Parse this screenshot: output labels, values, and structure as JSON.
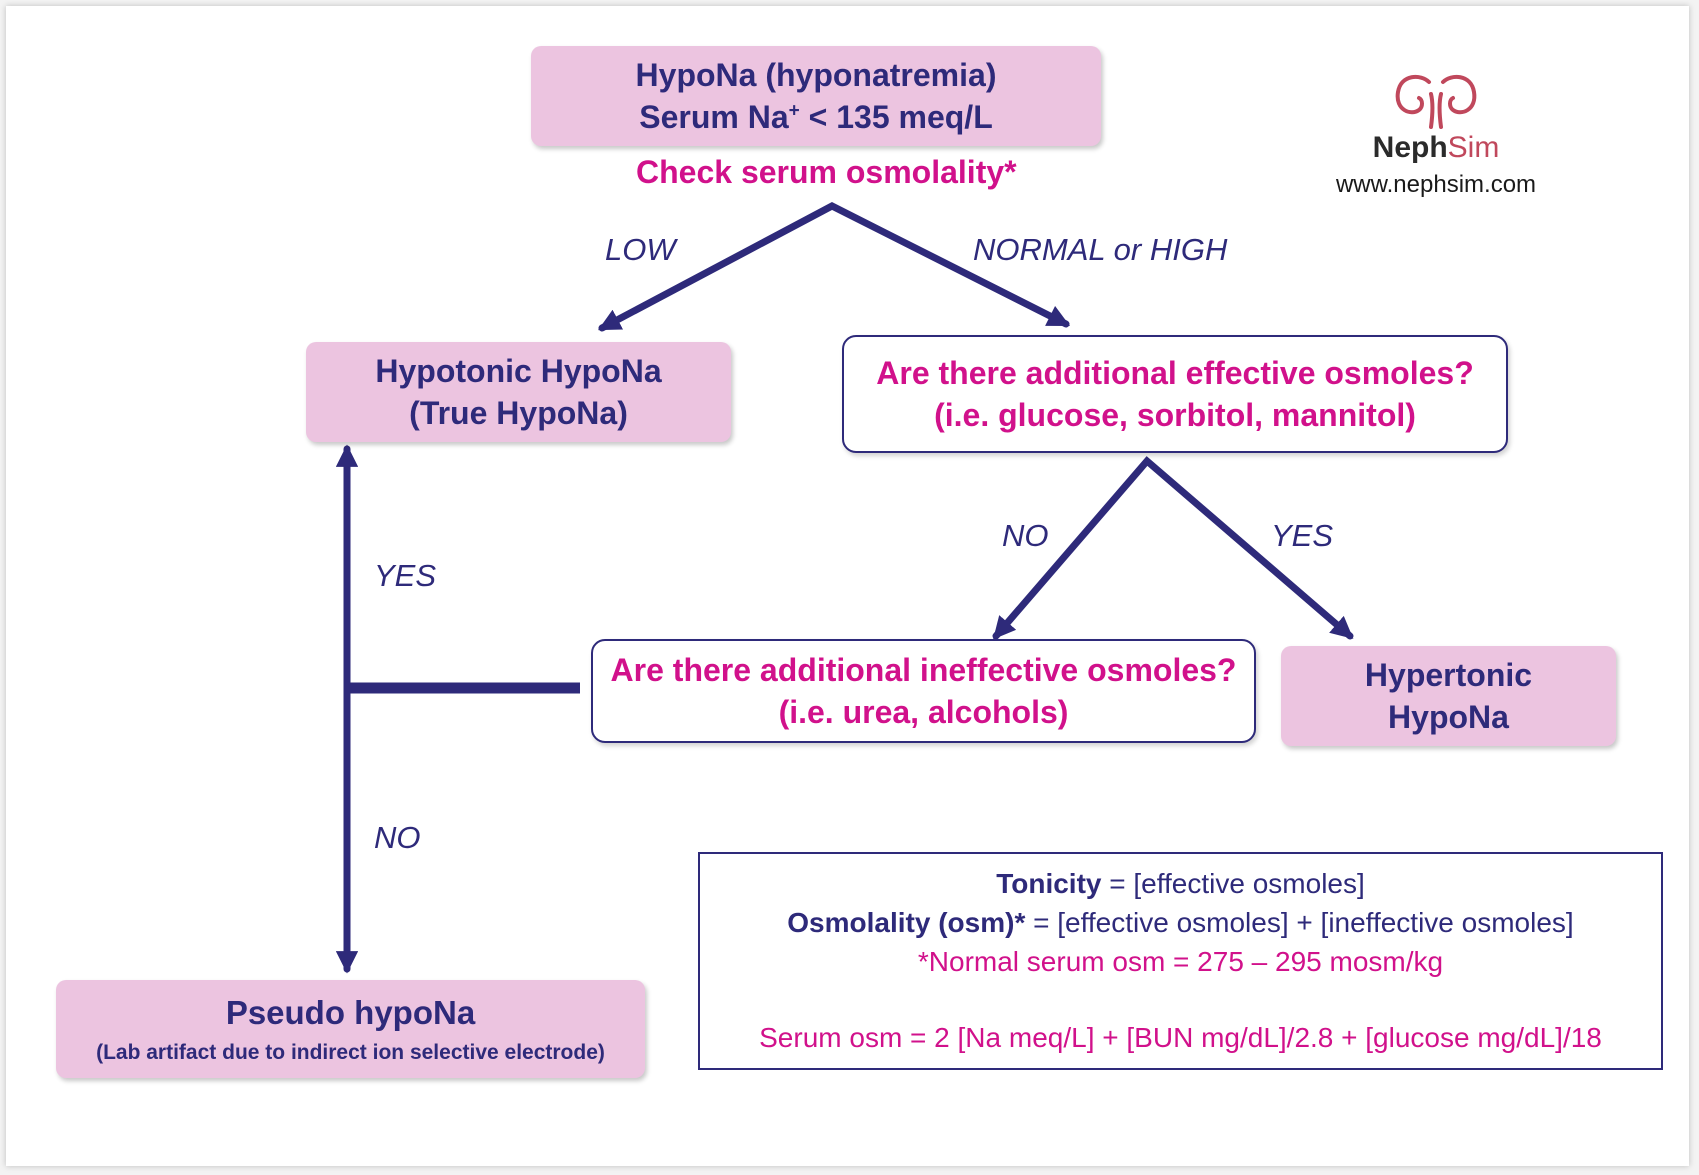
{
  "colors": {
    "navy": "#2e2a7a",
    "magenta": "#d1118b",
    "pink_fill": "#ecc4e0",
    "logo_red": "#c0485c"
  },
  "nodes": {
    "root": {
      "line1": "HypoNa (hyponatremia)",
      "line2_prefix": "Serum Na",
      "line2_sup": "+",
      "line2_suffix": " < 135 meq/L"
    },
    "check": "Check serum osmolality*",
    "hypotonic": {
      "line1": "Hypotonic HypoNa",
      "line2": "(True HypoNa)"
    },
    "effective": {
      "line1": "Are there additional effective osmoles?",
      "line2": "(i.e. glucose, sorbitol, mannitol)"
    },
    "ineffective": {
      "line1": "Are there additional ineffective osmoles?",
      "line2": "(i.e. urea, alcohols)"
    },
    "hypertonic": {
      "line1": "Hypertonic",
      "line2": "HypoNa"
    },
    "pseudo": {
      "line1": "Pseudo hypoNa",
      "line2": "(Lab artifact due to indirect ion selective electrode)"
    }
  },
  "edge_labels": {
    "low": "LOW",
    "normal_high": "NORMAL or HIGH",
    "eff_no": "NO",
    "eff_yes": "YES",
    "ineff_yes": "YES",
    "ineff_no": "NO"
  },
  "legend": {
    "tonicity_term": "Tonicity",
    "tonicity_def": " = [effective osmoles]",
    "osm_term": "Osmolality (osm)*",
    "osm_def": " = [effective osmoles] + [ineffective osmoles]",
    "normal_range": "*Normal serum osm = 275 – 295 mosm/kg",
    "formula": "Serum osm = 2 [Na meq/L] + [BUN mg/dL]/2.8 + [glucose mg/dL]/18"
  },
  "logo": {
    "icon": "kidney-logo-icon",
    "brand_part1": "Neph",
    "brand_part2": "Sim",
    "url": "www.nephsim.com"
  }
}
